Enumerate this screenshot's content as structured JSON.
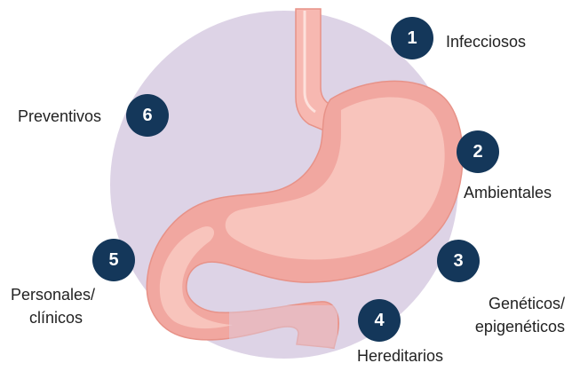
{
  "colors": {
    "badge": "#14375a",
    "halo": "#ddd3e6",
    "stomach_outer": "#f1a7a0",
    "stomach_inner": "#f8c4bc",
    "esophagus": "#f7b8b1",
    "outline": "#e79288"
  },
  "factors": [
    {
      "number": "1",
      "label": "Infecciosos"
    },
    {
      "number": "2",
      "label": "Ambientales"
    },
    {
      "number": "3",
      "label_line1": "Genéticos/",
      "label_line2": "epigenéticos"
    },
    {
      "number": "4",
      "label": "Hereditarios"
    },
    {
      "number": "5",
      "label_line1": "Personales/",
      "label_line2": "clínicos"
    },
    {
      "number": "6",
      "label": "Preventivos"
    }
  ]
}
